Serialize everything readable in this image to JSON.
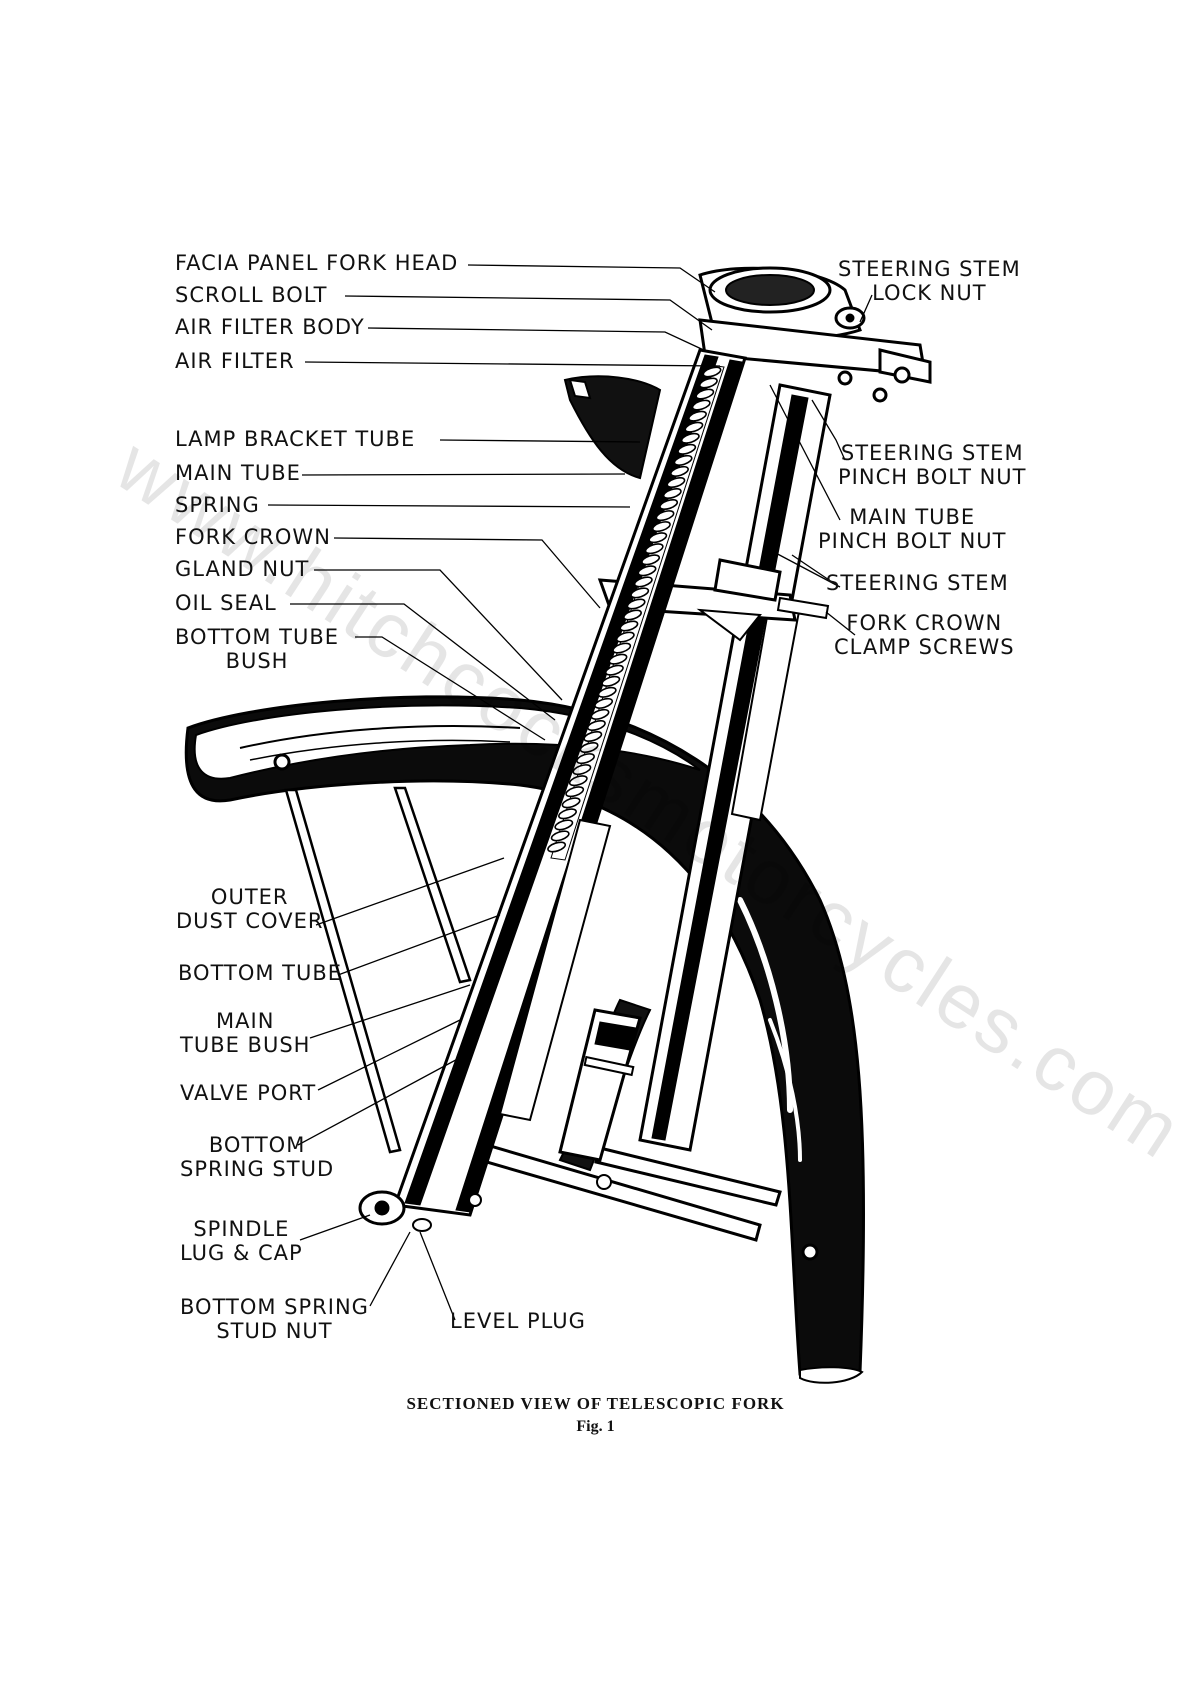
{
  "figure": {
    "caption": "SECTIONED VIEW OF TELESCOPIC FORK",
    "fig_label": "Fig. 1",
    "watermark": "www.hitchcocksmotorcycles.com"
  },
  "labels": {
    "facia_panel_fork_head": "FACIA PANEL FORK HEAD",
    "scroll_bolt": "SCROLL BOLT",
    "air_filter_body": "AIR FILTER BODY",
    "air_filter": "AIR FILTER",
    "lamp_bracket_tube": "LAMP BRACKET TUBE",
    "main_tube": "MAIN TUBE",
    "spring": "SPRING",
    "fork_crown": "FORK CROWN",
    "gland_nut": "GLAND NUT",
    "oil_seal": "OIL SEAL",
    "bottom_tube_bush": [
      "BOTTOM TUBE",
      "BUSH"
    ],
    "outer_dust_cover": [
      "OUTER",
      "DUST COVER"
    ],
    "bottom_tube": "BOTTOM TUBE",
    "main_tube_bush": [
      "MAIN",
      "TUBE BUSH"
    ],
    "valve_port": "VALVE PORT",
    "bottom_spring_stud": [
      "BOTTOM",
      "SPRING STUD"
    ],
    "spindle_lug_cap": [
      "SPINDLE",
      "LUG & CAP"
    ],
    "bottom_spring_stud_nut": [
      "BOTTOM SPRING",
      "STUD NUT"
    ],
    "level_plug": "LEVEL PLUG",
    "steering_stem_lock_nut": [
      "STEERING STEM",
      "LOCK NUT"
    ],
    "steering_stem_pinch_bolt_nut": [
      "STEERING STEM",
      "PINCH BOLT NUT"
    ],
    "main_tube_pinch_bolt_nut": [
      "MAIN TUBE",
      "PINCH BOLT NUT"
    ],
    "steering_stem": "STEERING STEM",
    "fork_crown_clamp_screws": [
      "FORK CROWN",
      "CLAMP SCREWS"
    ]
  }
}
